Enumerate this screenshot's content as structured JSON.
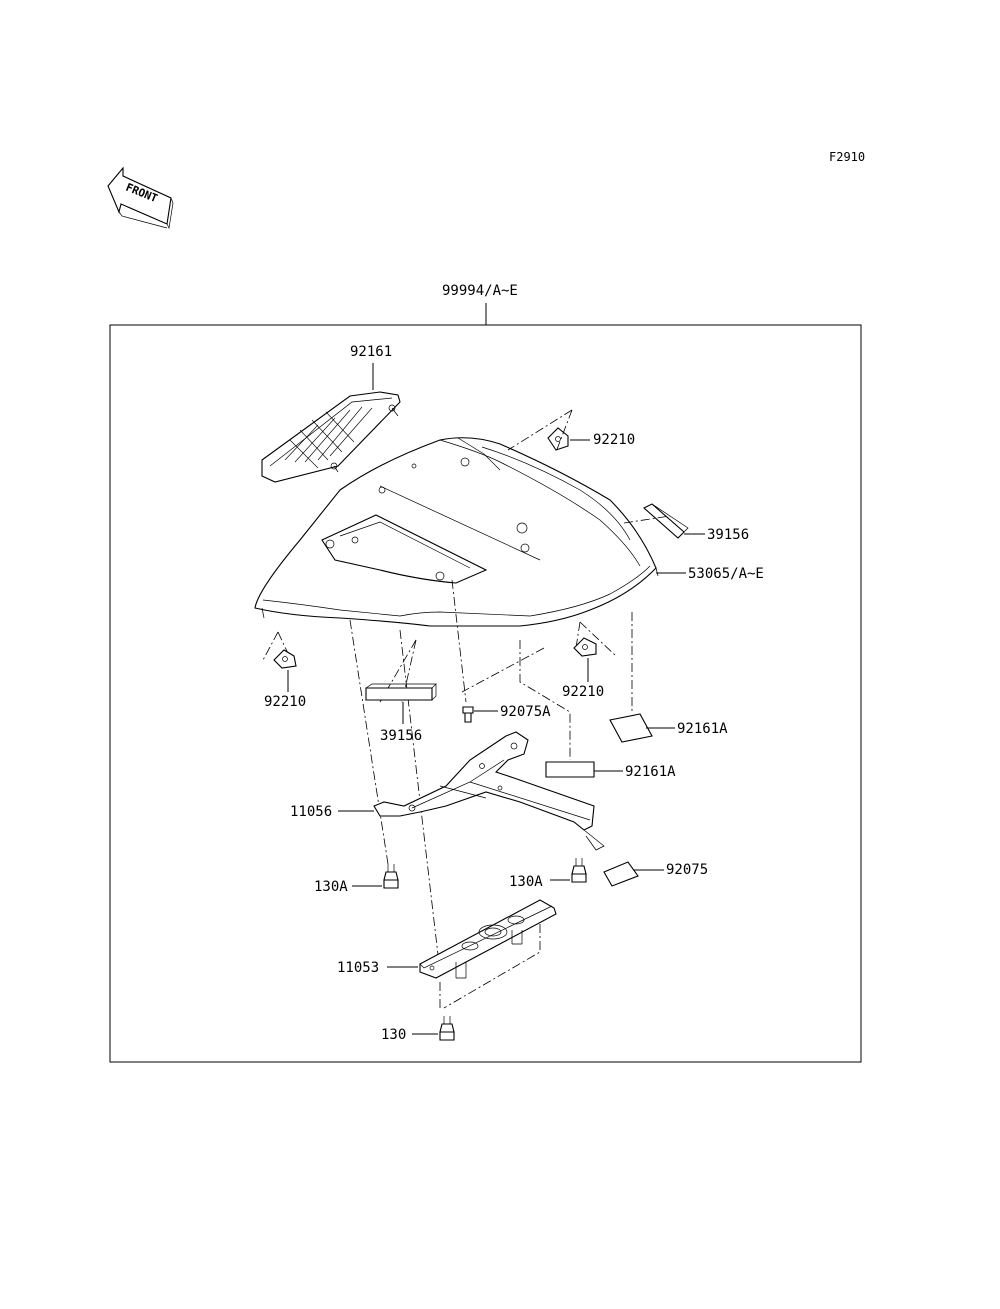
{
  "figure_id": "F2910",
  "front_label": "FRONT",
  "assembly_label": "99994/A~E",
  "parts": {
    "grab_pad": "92161",
    "clip_top": "92210",
    "pad_right": "39156",
    "seat_cover": "53065/A~E",
    "clip_left": "92210",
    "clip_right": "92210",
    "pad_left": "39156",
    "bolt_92075A": "92075A",
    "tape_upper": "92161A",
    "tape_lower": "92161A",
    "bracket": "11056",
    "bolt_130A_left": "130A",
    "bolt_130A_right": "130A",
    "tape_92075": "92075",
    "plate": "11053",
    "bolt_130": "130"
  }
}
